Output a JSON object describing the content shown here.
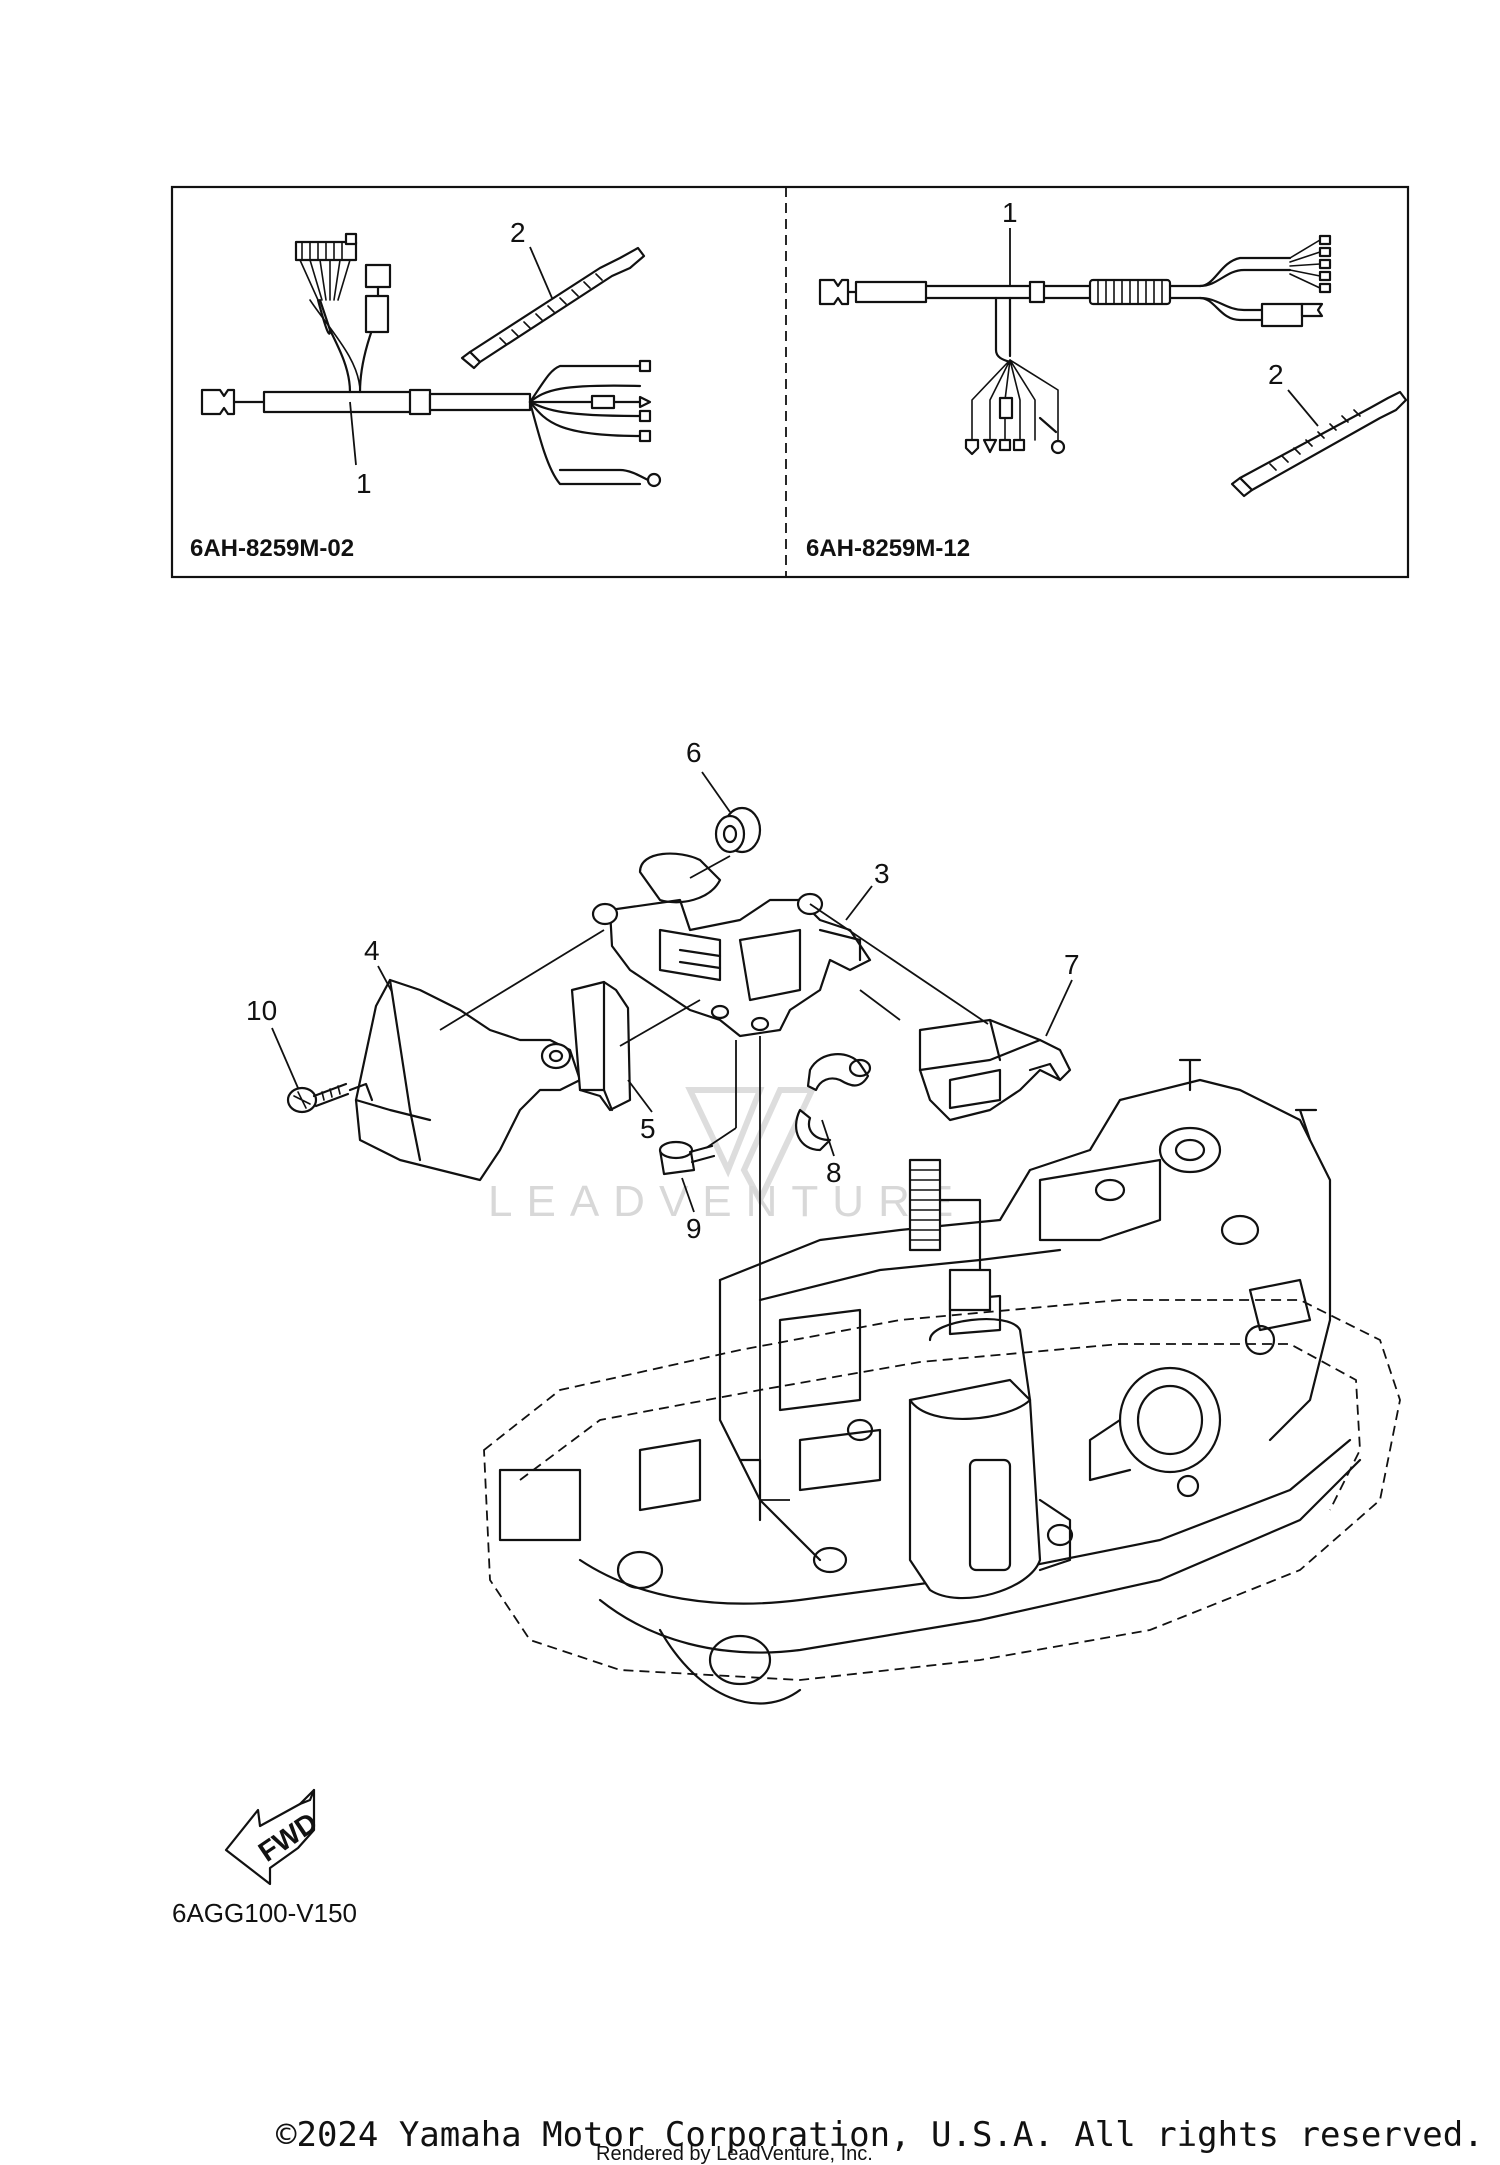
{
  "inset": {
    "left_code": "6AH-8259M-02",
    "right_code": "6AH-8259M-12",
    "left_callouts": [
      "1",
      "2"
    ],
    "right_callouts": [
      "1",
      "2"
    ]
  },
  "callouts": [
    "3",
    "4",
    "5",
    "6",
    "7",
    "8",
    "9",
    "10"
  ],
  "fwd_label": "FWD",
  "figure_code": "6AGG100-V150",
  "watermark": "LEADVENTURE",
  "copyright": "©2024 Yamaha Motor Corporation, U.S.A. All rights reserved.",
  "rendered_by": "Rendered by LeadVenture, Inc."
}
